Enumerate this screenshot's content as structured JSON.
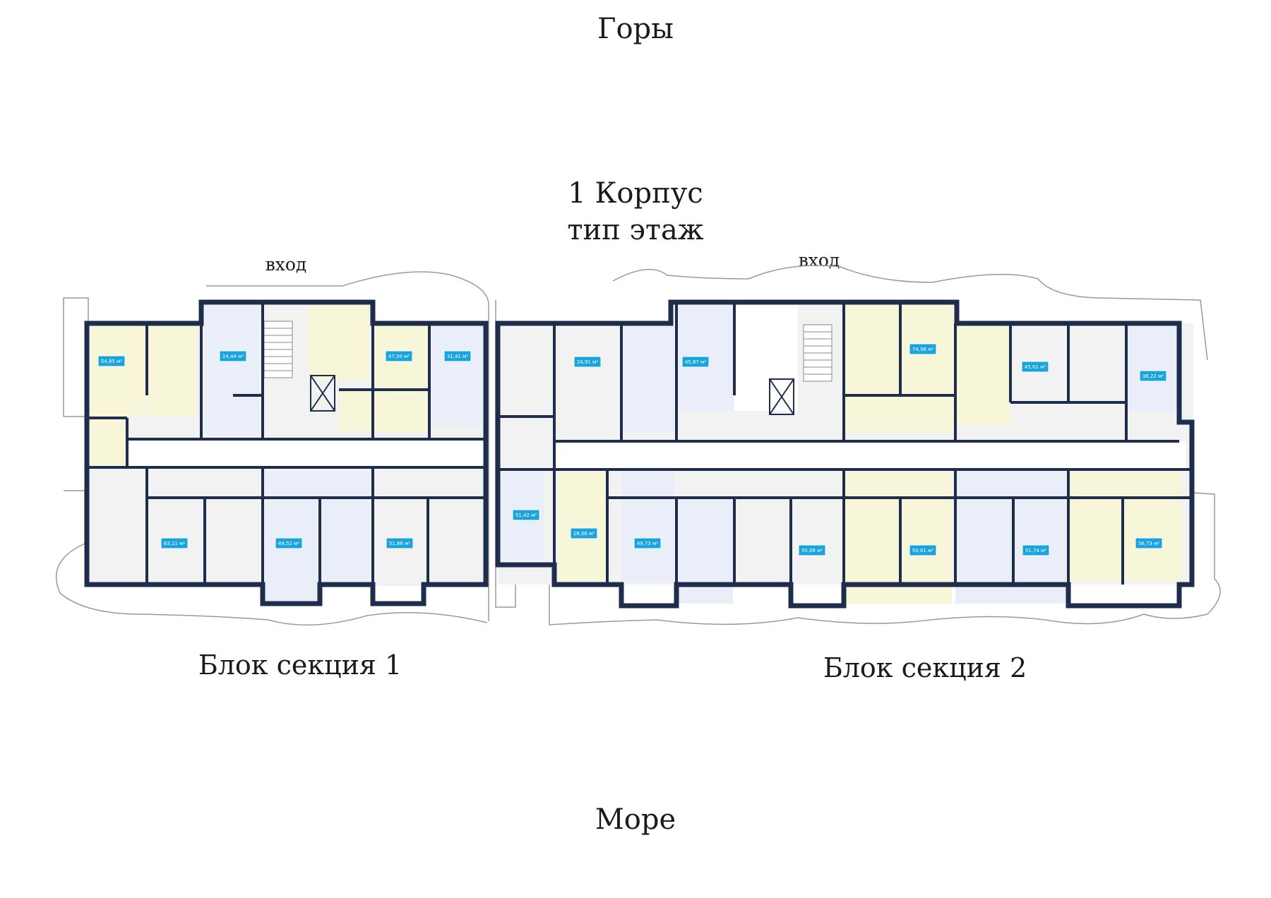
{
  "top_label": "Горы",
  "title_line1": "1 Корпус",
  "title_line2": "тип этаж",
  "entrance_left": "вход",
  "entrance_right": "вход",
  "section1_label": "Блок секция 1",
  "section2_label": "Блок секция 2",
  "bottom_label": "Море",
  "colors": {
    "wall": "#1f2d4d",
    "apartment_blue": "#e9eef8",
    "apartment_yellow": "#f8f6d8",
    "apartment_grey": "#f2f2f2",
    "area_badge": "#1aa3dd"
  },
  "section1": {
    "top_apartments": [
      {
        "area": "54,85 м²",
        "color": "yellow"
      },
      {
        "area": "24,44 м²",
        "color": "blue"
      },
      {
        "area": "47,50 м²",
        "color": "yellow"
      },
      {
        "area": "31,41 м²",
        "color": "blue"
      }
    ],
    "bottom_apartments": [
      {
        "area": "83,11 м²",
        "color": "grey"
      },
      {
        "area": "49,52 м²",
        "color": "blue"
      },
      {
        "area": "51,86 м²",
        "color": "grey"
      }
    ]
  },
  "section2": {
    "top_apartments": [
      {
        "area": "24,91 м²",
        "color": "grey"
      },
      {
        "area": "45,87 м²",
        "color": "blue"
      },
      {
        "area": "74,98 м²",
        "color": "yellow"
      },
      {
        "area": "45,01 м²",
        "color": "grey"
      },
      {
        "area": "36,22 м²",
        "color": "blue"
      }
    ],
    "bottom_apartments": [
      {
        "area": "51,42 м²",
        "color": "blue"
      },
      {
        "area": "28,06 м²",
        "color": "yellow"
      },
      {
        "area": "49,73 м²",
        "color": "blue"
      },
      {
        "area": "50,08 м²",
        "color": "grey"
      },
      {
        "area": "50,61 м²",
        "color": "yellow"
      },
      {
        "area": "51,74 м²",
        "color": "blue"
      },
      {
        "area": "56,73 м²",
        "color": "yellow"
      }
    ]
  }
}
